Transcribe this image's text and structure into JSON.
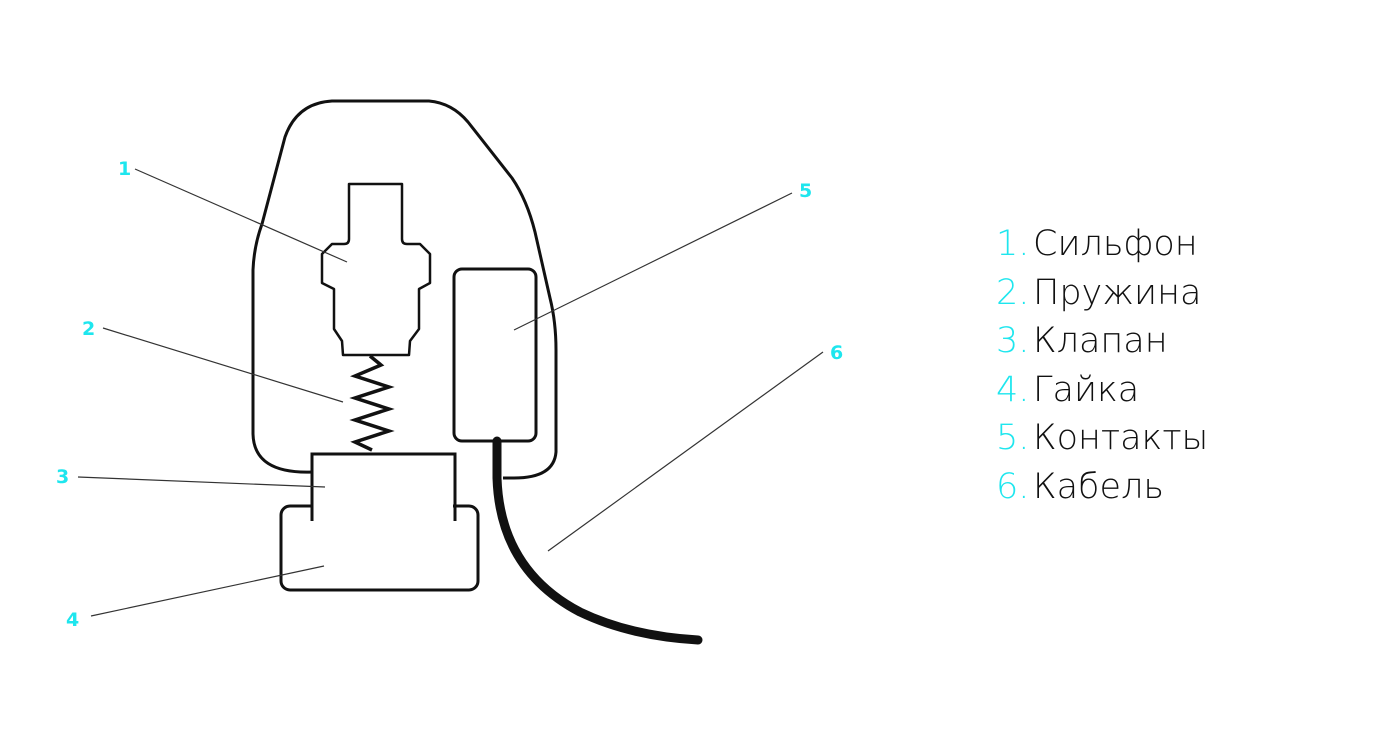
{
  "colors": {
    "accent": "#1ee6ee",
    "outline": "#111111",
    "leader": "#333333"
  },
  "callouts": [
    {
      "id": "1",
      "text": "1"
    },
    {
      "id": "2",
      "text": "2"
    },
    {
      "id": "3",
      "text": "3"
    },
    {
      "id": "4",
      "text": "4"
    },
    {
      "id": "5",
      "text": "5"
    },
    {
      "id": "6",
      "text": "6"
    }
  ],
  "legend": [
    {
      "num": "1.",
      "label": "Сильфон"
    },
    {
      "num": "2.",
      "label": "Пружина"
    },
    {
      "num": "3.",
      "label": "Клапан"
    },
    {
      "num": "4.",
      "label": "Гайка"
    },
    {
      "num": "5.",
      "label": "Контакты"
    },
    {
      "num": "6.",
      "label": "Кабель"
    }
  ]
}
